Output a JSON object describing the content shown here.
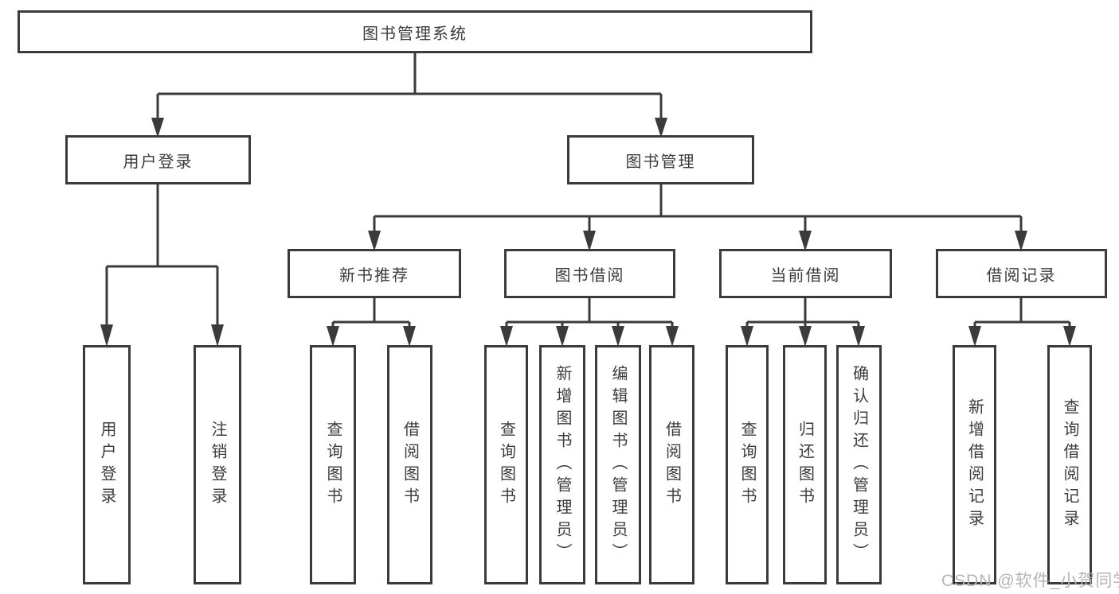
{
  "tree": {
    "label": "图书管理系统",
    "children": [
      {
        "label": "用户登录",
        "children": [
          {
            "label": "用户登录"
          },
          {
            "label": "注销登录"
          }
        ]
      },
      {
        "label": "图书管理",
        "children": [
          {
            "label": "新书推荐",
            "children": [
              {
                "label": "查询图书"
              },
              {
                "label": "借阅图书"
              }
            ]
          },
          {
            "label": "图书借阅",
            "children": [
              {
                "label": "查询图书"
              },
              {
                "label": "新增图书（管理员）"
              },
              {
                "label": "编辑图书（管理员）"
              },
              {
                "label": "借阅图书"
              }
            ]
          },
          {
            "label": "当前借阅",
            "children": [
              {
                "label": "查询图书"
              },
              {
                "label": "归还图书"
              },
              {
                "label": "确认归还（管理员）"
              }
            ]
          },
          {
            "label": "借阅记录",
            "children": [
              {
                "label": "新增借阅记录"
              },
              {
                "label": "查询借阅记录"
              }
            ]
          }
        ]
      }
    ]
  },
  "watermark": {
    "text": "CSDN @软件_小贺同学"
  },
  "colors": {
    "line": "#3b3b3b",
    "text": "#3c3c3c",
    "background": "#ffffff",
    "watermark": "#b5b5b5"
  }
}
